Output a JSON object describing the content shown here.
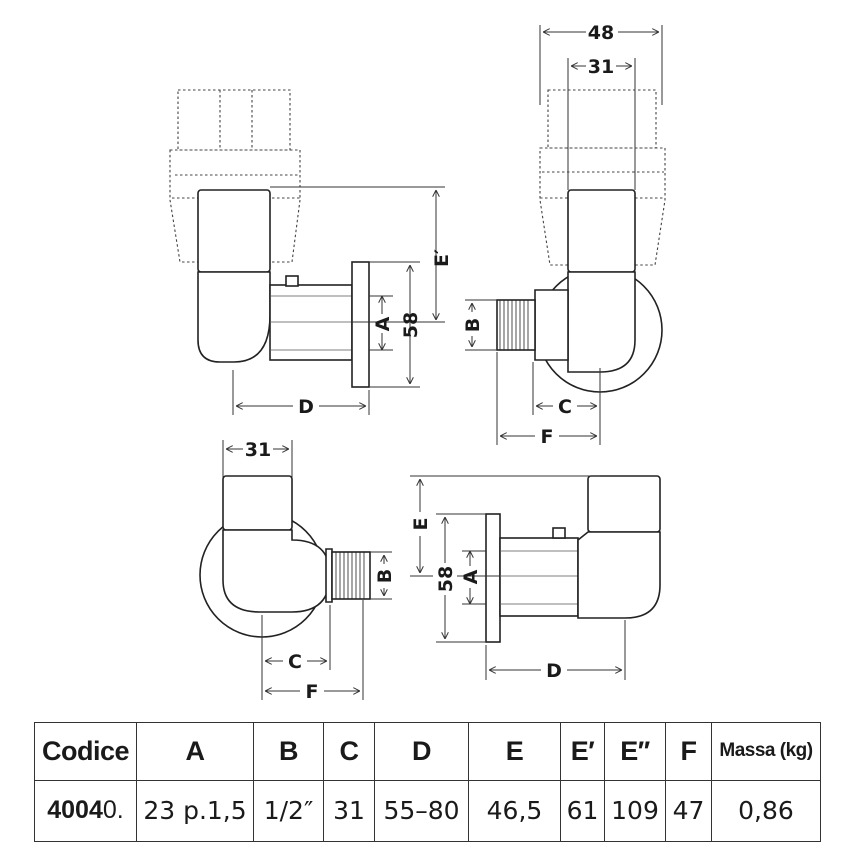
{
  "dimensions": {
    "width_top": "48",
    "inner_top": "31",
    "inner_bottom_left": "31",
    "height_58_top": "58",
    "height_58_bottom": "58",
    "label_A": "A",
    "label_B": "B",
    "label_C": "C",
    "label_D": "D",
    "label_E": "E",
    "label_E_prime": "E′",
    "label_F": "F"
  },
  "table": {
    "headers": [
      "Codice",
      "A",
      "B",
      "C",
      "D",
      "E",
      "E′",
      "E′′",
      "F",
      "Massa (kg)"
    ],
    "row": {
      "code_bold": "4004",
      "code_suffix": "0.",
      "values": [
        "23 p.1,5",
        "1/2″",
        "31",
        "55–80",
        "46,5",
        "61",
        "109",
        "47",
        "0,86"
      ]
    }
  }
}
